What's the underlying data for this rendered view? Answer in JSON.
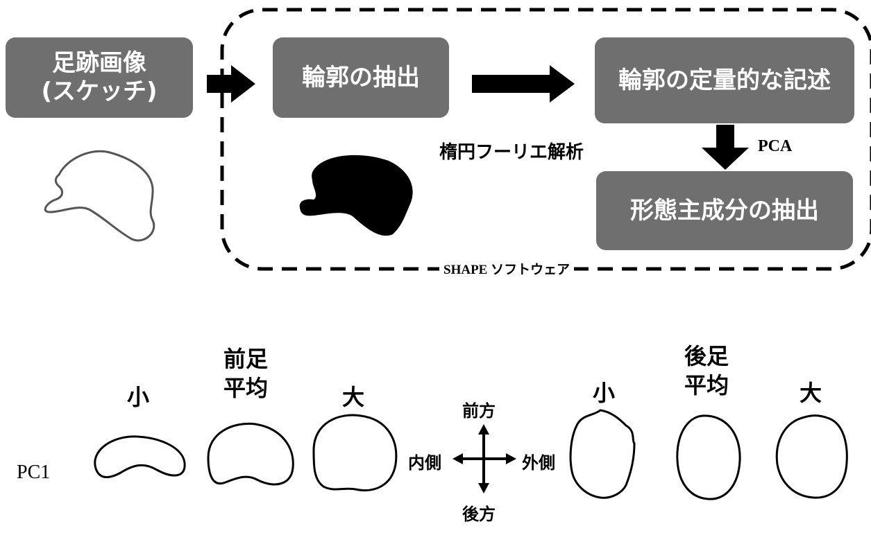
{
  "top": {
    "box_input_line1": "足跡画像",
    "box_input_line2": "(スケッチ)",
    "box_contour": "輪郭の抽出",
    "box_describe": "輪郭の定量的な記述",
    "box_pc": "形態主成分の抽出",
    "label_efa": "楕円フーリエ解析",
    "label_pca": "PCA",
    "label_software": "SHAPE ソフトウェア"
  },
  "bottom": {
    "fore": {
      "title_line1": "前足",
      "title_line2": "平均",
      "small": "小",
      "large": "大"
    },
    "hind": {
      "title_line1": "後足",
      "title_line2": "平均",
      "small": "小",
      "large": "大"
    },
    "row_label": "PC1",
    "compass": {
      "anterior": "前方",
      "posterior": "後方",
      "medial": "内側",
      "lateral": "外側"
    }
  },
  "colors": {
    "box_fill": "#6f6f6f",
    "box_text": "#ffffff",
    "ink": "#000000"
  }
}
